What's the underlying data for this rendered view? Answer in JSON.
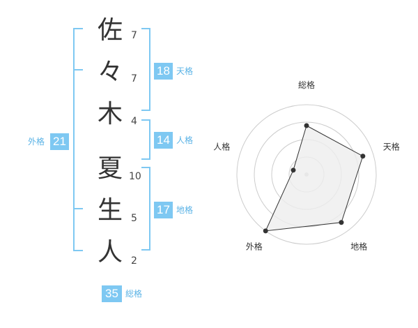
{
  "name": {
    "chars": [
      {
        "char": "佐",
        "strokes": "7"
      },
      {
        "char": "々",
        "strokes": "7"
      },
      {
        "char": "木",
        "strokes": "4"
      },
      {
        "char": "夏",
        "strokes": "10"
      },
      {
        "char": "生",
        "strokes": "5"
      },
      {
        "char": "人",
        "strokes": "2"
      }
    ]
  },
  "fortunes": {
    "tenkaku": {
      "value": "18",
      "label": "天格"
    },
    "jinkaku": {
      "value": "14",
      "label": "人格"
    },
    "chikaku": {
      "value": "17",
      "label": "地格"
    },
    "gaikaku": {
      "value": "21",
      "label": "外格"
    },
    "soukaku": {
      "value": "35",
      "label": "総格"
    }
  },
  "colors": {
    "accent": "#7ec8f2",
    "label": "#5bb3e6",
    "text": "#333333",
    "radar_fill": "#eeeeee",
    "radar_ring": "#cccccc"
  },
  "chart_data": {
    "type": "radar",
    "axes": [
      "総格",
      "天格",
      "地格",
      "外格",
      "人格"
    ],
    "series": [
      {
        "values": [
          0.7,
          0.85,
          0.85,
          1.0,
          0.2
        ]
      }
    ],
    "rlim": [
      0,
      1
    ],
    "rings": 4,
    "grid": true
  }
}
